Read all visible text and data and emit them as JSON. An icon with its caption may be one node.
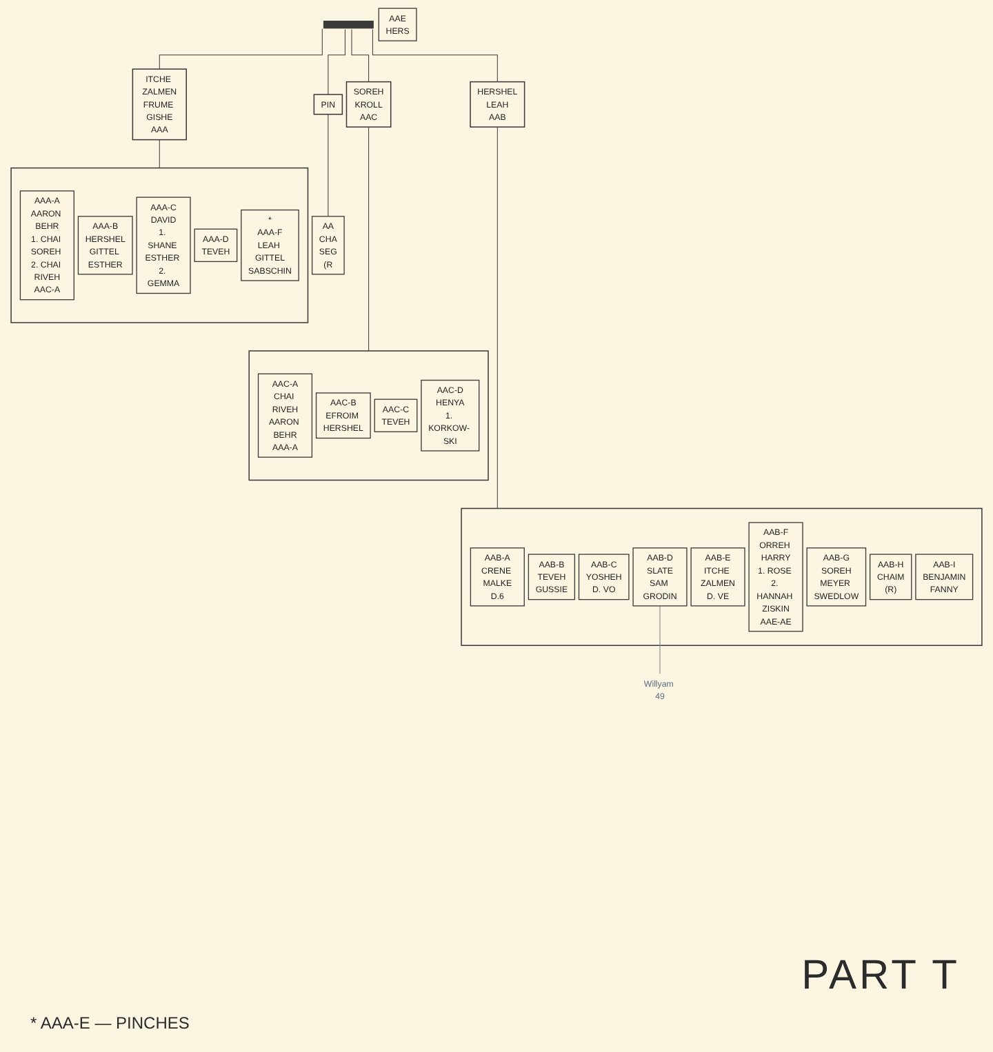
{
  "diagram": {
    "nodes": [
      {
        "text": [],
        "shape": "bar"
      },
      {
        "text": [
          "ITCHE ZALMEN",
          "FRUME GISHE",
          "AAA"
        ]
      },
      {
        "text": [
          "HERSHEL",
          "LEAH",
          "AAB"
        ]
      },
      {
        "text": [
          "SOREH",
          "KROLL",
          "AAC"
        ]
      },
      {
        "text": [
          "PIN"
        ]
      },
      {
        "text": [],
        "shape": "box"
      },
      {
        "text": [
          "AAA-A",
          "AARON BEHR",
          "1. CHAI SOREH 2. CHAI RIVEH",
          "AAC-A"
        ],
        "in": 5
      },
      {
        "text": [
          "AAA-B",
          "HERSHEL",
          "GITTEL ESTHER"
        ],
        "in": 5
      },
      {
        "text": [
          "AAA-C",
          "DAVID",
          "1. SHANE ESTHER 2. GEMMA"
        ],
        "in": 5
      },
      {
        "text": [
          "AAA-D",
          "TEVEH"
        ],
        "in": 5
      },
      {
        "text": [
          "*",
          "AAA-F",
          "LEAH GITTEL",
          "SABSCHIN"
        ],
        "in": 5
      },
      {
        "text": [],
        "shape": "box"
      },
      {
        "text": [
          "AAC-A",
          "CHAI RIVEH",
          "AARON BEHR",
          "AAA-A"
        ],
        "in": 11
      },
      {
        "text": [
          "AAC-B",
          "EFROIM HERSHEL"
        ],
        "in": 11
      },
      {
        "text": [
          "AAC-C",
          "TEVEH"
        ],
        "in": 11
      },
      {
        "text": [
          "AAC-D",
          "HENYA",
          "1. KORKOW- SKI"
        ],
        "in": 11
      },
      {
        "text": [
          "AA",
          "CHA",
          "SEG",
          "(R"
        ]
      },
      {
        "text": [],
        "shape": "box"
      },
      {
        "text": [
          "AAB-A",
          "CRENE MALKE",
          "D.6"
        ],
        "in": 17
      },
      {
        "text": [
          "AAB-B",
          "TEVEH",
          "GUSSIE"
        ],
        "in": 17
      },
      {
        "text": [
          "AAB-C",
          "YOSHEH",
          "D. VO"
        ],
        "in": 17
      },
      {
        "text": [
          "AAB-D",
          "SLATE",
          "SAM GRODIN"
        ],
        "in": 17
      },
      {
        "text": [
          "AAB-E",
          "ITCHE ZALMEN",
          "D. VE"
        ],
        "in": 17
      },
      {
        "text": [
          "AAB-F",
          "ORREH HARRY",
          "1. ROSE 2. HANNAH ZISKIN",
          "AAE-AE"
        ],
        "in": 17
      },
      {
        "text": [
          "AAB-G",
          "SOREH",
          "MEYER SWEDLOW"
        ],
        "in": 17
      },
      {
        "text": [
          "AAB-H",
          "CHAIM",
          "(R)"
        ],
        "in": 17
      },
      {
        "text": [
          "AAB-I",
          "BENJAMIN",
          "FANNY"
        ],
        "in": 17
      },
      {
        "text": [
          "AAE",
          "HERS"
        ]
      },
      {
        "text": [
          "Willyam 49"
        ]
      }
    ],
    "edges": [
      {
        "from": 0,
        "to": 1,
        "arrow": "none"
      },
      {
        "from": 0,
        "to": 2,
        "arrow": "none"
      },
      {
        "from": 0,
        "to": 3,
        "arrow": "none"
      },
      {
        "from": 0,
        "to": 4,
        "arrow": "none"
      },
      {
        "from": 1,
        "to": 5,
        "arrow": "none"
      },
      {
        "from": 3,
        "to": 11,
        "arrow": "none"
      },
      {
        "from": 2,
        "to": 17,
        "arrow": "none"
      },
      {
        "from": 4,
        "to": 16,
        "arrow": "none"
      },
      {
        "from": 28,
        "to": 21,
        "arrow": "none",
        "color": "#7a8090"
      }
    ],
    "labels": [
      "PART T",
      "* AAA-E — PINCHES"
    ]
  }
}
